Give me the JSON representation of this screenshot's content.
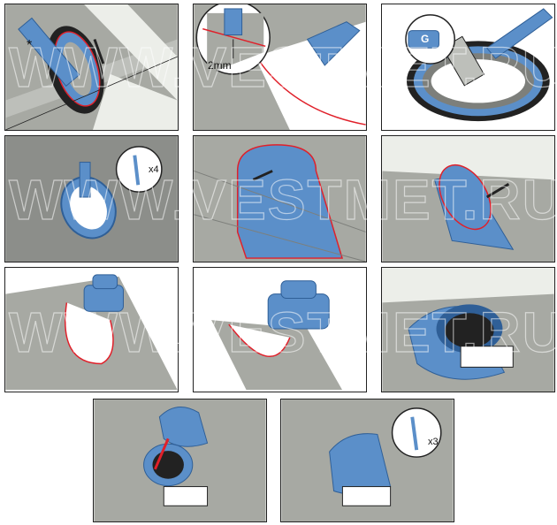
{
  "labels": {
    "asterisk": "*",
    "gap": "2mm",
    "sealant_letter": "G",
    "screws_count_a": "x4",
    "screws_count_b": "x3"
  },
  "watermark": "WWW.VESTMET.RU",
  "colors": {
    "roof_gray": "#a7a9a3",
    "roof_dark": "#7d7f7b",
    "part_blue": "#5b8fc9",
    "part_blue_dark": "#2f5f97",
    "cut_red": "#e0202a",
    "line": "#222222"
  }
}
